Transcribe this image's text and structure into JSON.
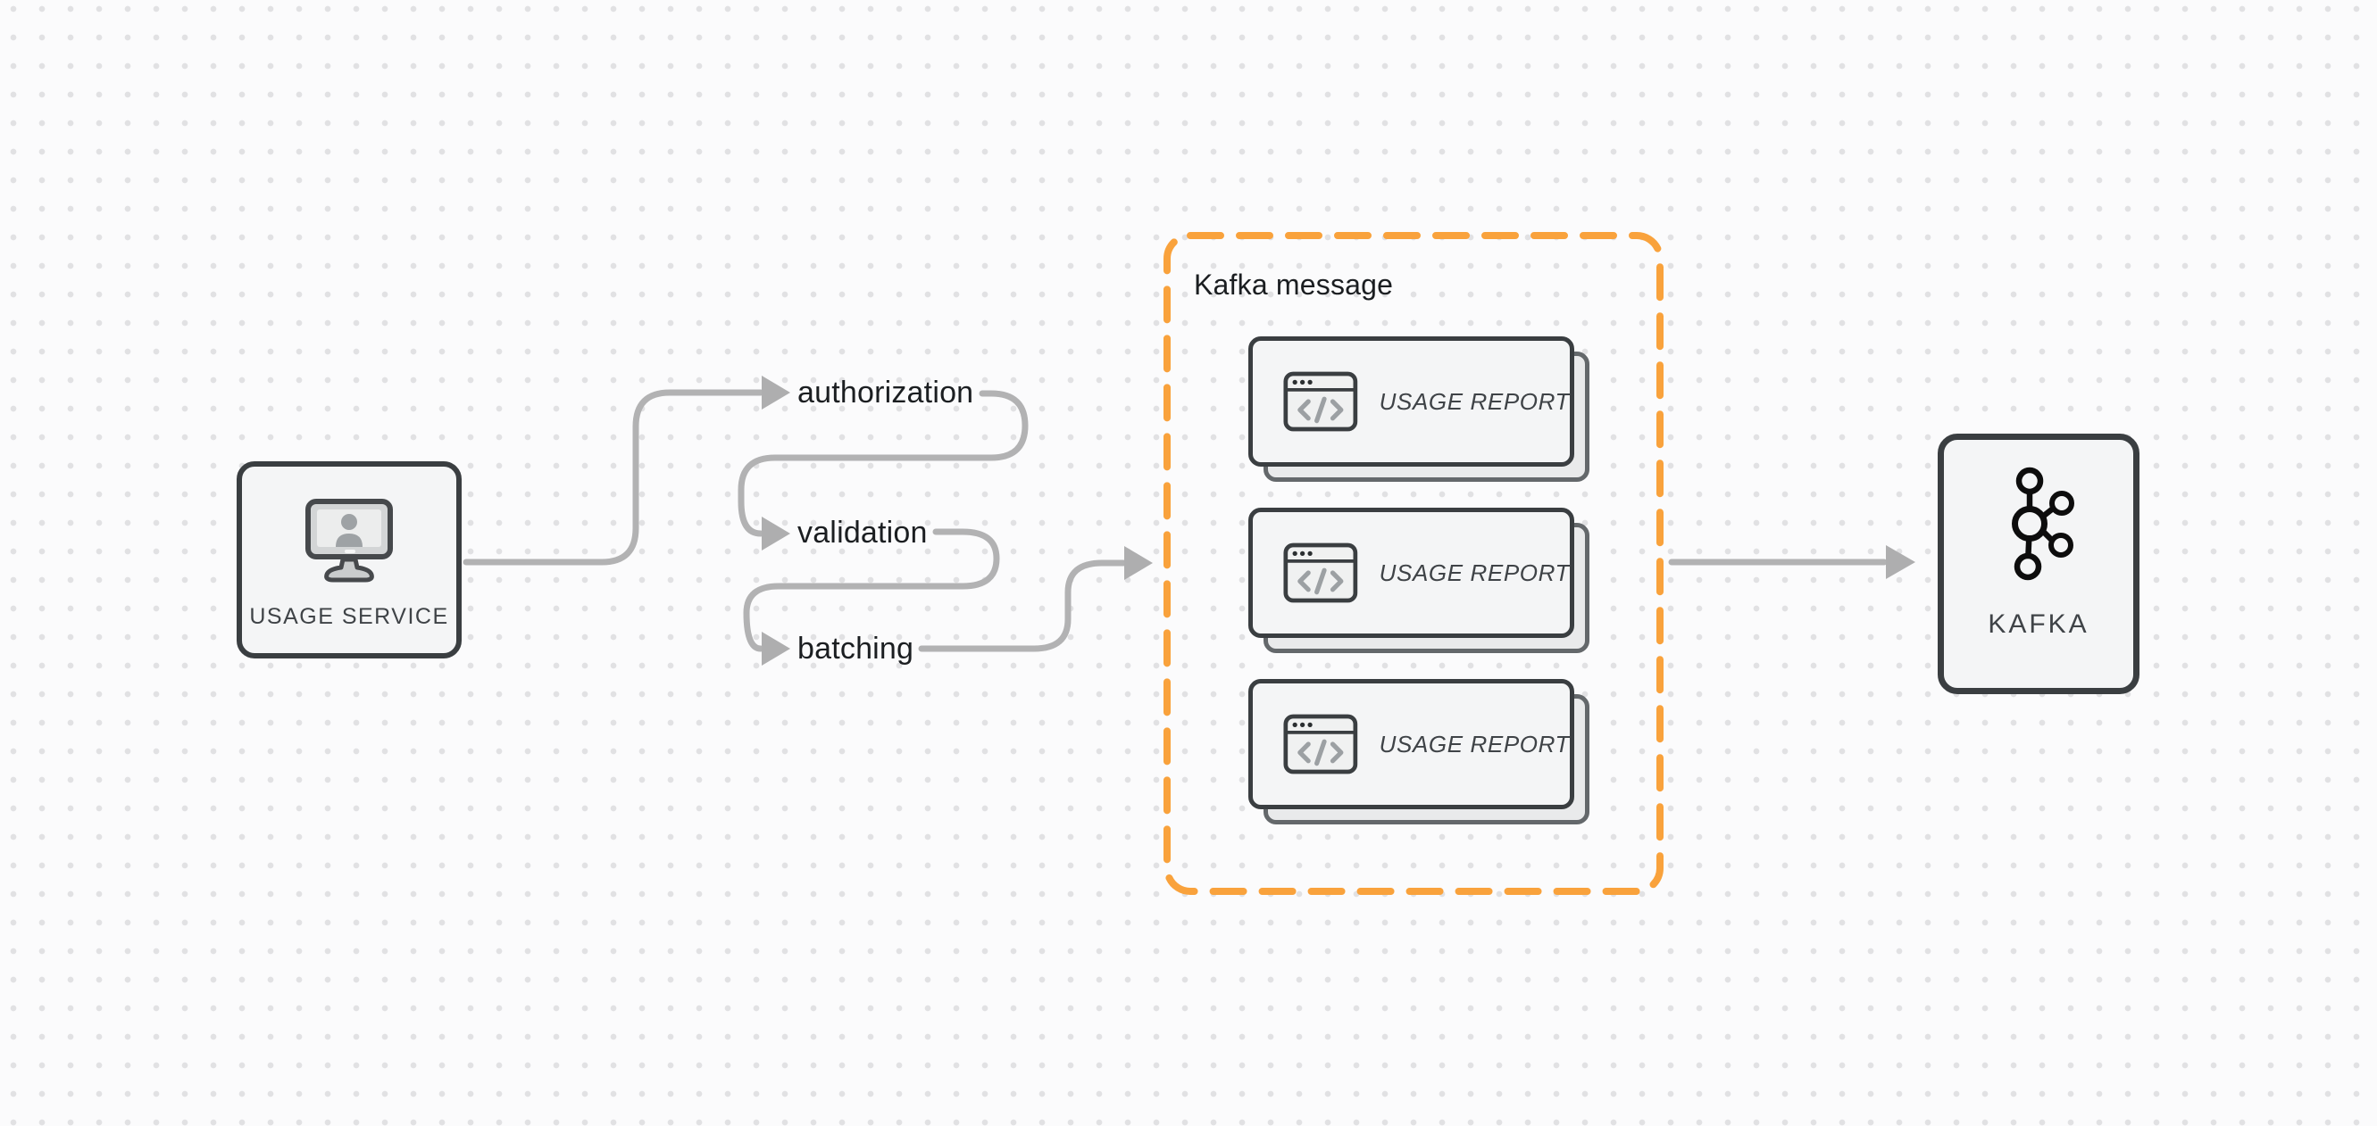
{
  "diagram": {
    "source_node": {
      "label": "USAGE SERVICE",
      "icon": "user-monitor-icon"
    },
    "steps": [
      {
        "label": "authorization"
      },
      {
        "label": "validation"
      },
      {
        "label": "batching"
      }
    ],
    "message_group": {
      "title": "Kafka message",
      "cards": [
        {
          "label": "USAGE REPORT",
          "icon": "code-window-icon"
        },
        {
          "label": "USAGE REPORT",
          "icon": "code-window-icon"
        },
        {
          "label": "USAGE REPORT",
          "icon": "code-window-icon"
        }
      ]
    },
    "target_node": {
      "label": "KAFKA",
      "icon": "kafka-logo-icon"
    }
  },
  "colors": {
    "accent_orange": "#F9A23C",
    "connector_gray": "#B2B2B3",
    "border_dark": "#3A3E41",
    "label_text": "#1B1E21",
    "node_fill": "#F4F5F6"
  }
}
